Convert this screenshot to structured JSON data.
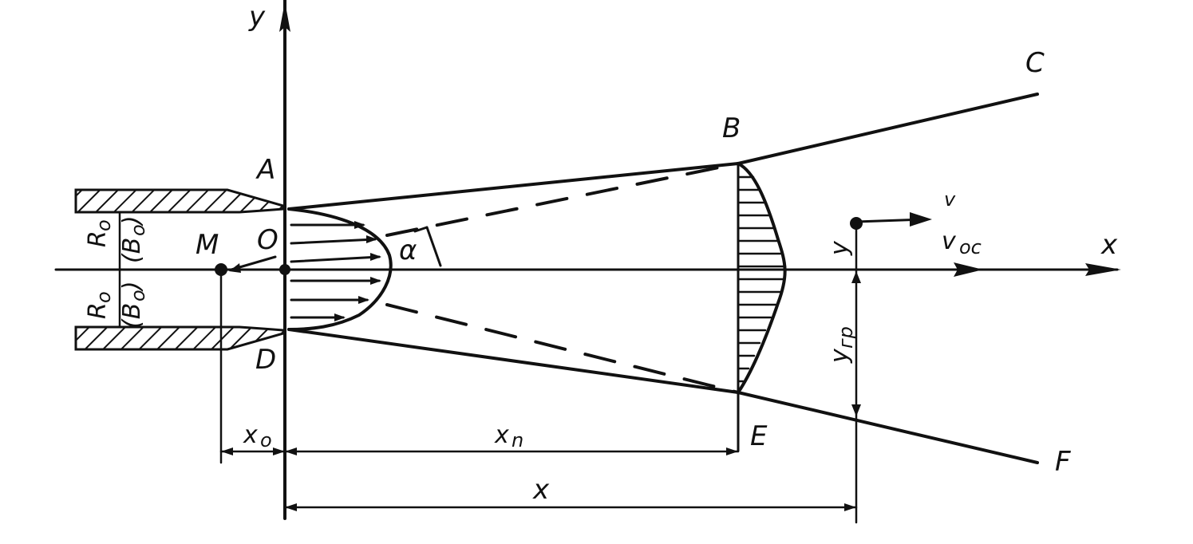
{
  "labels": {
    "y_axis": "y",
    "x_axis": "x",
    "point_A": "A",
    "point_B": "B",
    "point_C": "C",
    "point_D": "D",
    "point_E": "E",
    "point_F": "F",
    "point_M": "M",
    "point_O": "O",
    "r0_top": "R",
    "r0_bottom": "R",
    "subscript_0": "o",
    "b0_top": "(B",
    "b0_bottom": "(B",
    "b0_close": ")",
    "alpha": "α",
    "x0": "x",
    "xn": "x",
    "xn_sub": "n",
    "x_total": "x",
    "y_point": "y",
    "y_gr": "y",
    "y_gr_sub": "гр",
    "v": "v",
    "v_axis": "v",
    "v_axis_sub": "ос"
  },
  "colors": {
    "ink": "#111111",
    "background": "#ffffff"
  }
}
